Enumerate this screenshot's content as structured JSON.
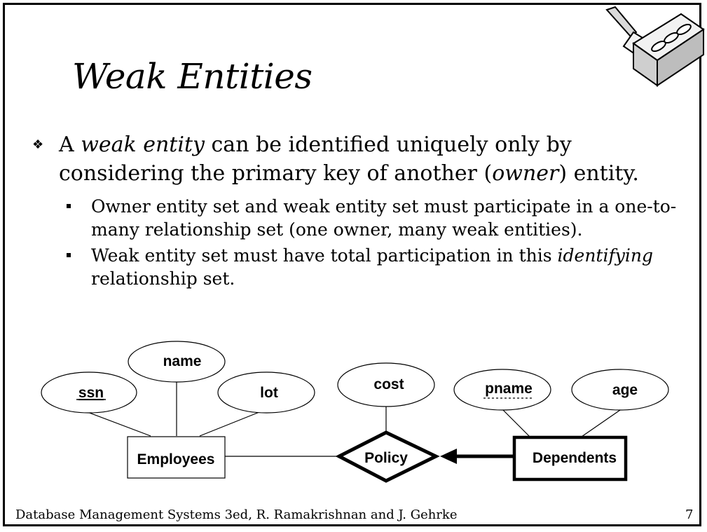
{
  "slide": {
    "title": "Weak Entities",
    "bullet": {
      "prefix": "A ",
      "em1": "weak entity",
      "mid1": " can be identified uniquely only by considering the primary key of another (",
      "em2": "owner",
      "suffix": ") entity."
    },
    "sub_bullets": [
      {
        "text": "Owner entity set and weak entity set must participate in a one-to-many relationship set (one owner, many weak entities)."
      },
      {
        "prefix": "Weak entity set must have total participation in this ",
        "em": "identifying",
        "suffix": " relationship set."
      }
    ],
    "footer": "Database Management Systems 3ed,  R. Ramakrishnan and J. Gehrke",
    "page_number": "7"
  },
  "diagram": {
    "entities": [
      {
        "name": "Employees",
        "weak": false
      },
      {
        "name": "Dependents",
        "weak": true
      }
    ],
    "relationship": {
      "name": "Policy",
      "identifying": true
    },
    "attributes": {
      "ssn": "ssn",
      "name": "name",
      "lot": "lot",
      "cost": "cost",
      "pname": "pname",
      "age": "age"
    },
    "key_attribute": "ssn",
    "partial_key_attribute": "pname"
  },
  "logo_icon": "trowel-brick-icon"
}
